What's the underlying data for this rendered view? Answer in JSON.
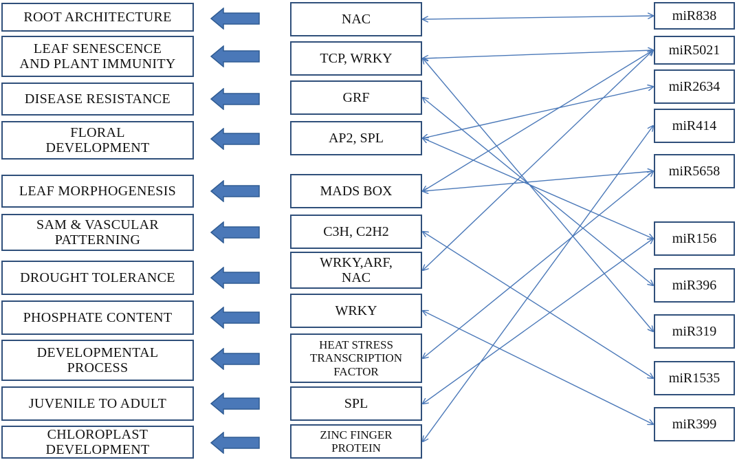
{
  "functions": [
    "ROOT ARCHITECTURE",
    "LEAF SENESCENCE\nAND PLANT IMMUNITY",
    "DISEASE RESISTANCE",
    "FLORAL\nDEVELOPMENT",
    "LEAF MORPHOGENESIS",
    "SAM & VASCULAR\nPATTERNING",
    "DROUGHT TOLERANCE",
    "PHOSPHATE CONTENT",
    "DEVELOPMENTAL\nPROCESS",
    "JUVENILE TO ADULT",
    "CHLOROPLAST\nDEVELOPMENT"
  ],
  "targets": [
    "NAC",
    "TCP, WRKY",
    "GRF",
    "AP2, SPL",
    "MADS BOX",
    "C3H, C2H2",
    "WRKY,ARF,\nNAC",
    "WRKY",
    "HEAT STRESS\nTRANSCRIPTION\nFACTOR",
    "SPL",
    "ZINC FINGER\nPROTEIN"
  ],
  "mirnas": [
    "miR838",
    "miR5021",
    "miR2634",
    "miR414",
    "miR5658",
    "miR156",
    "miR396",
    "miR319",
    "miR1535",
    "miR399"
  ],
  "links": [
    {
      "mirna": "miR838",
      "target": "NAC"
    },
    {
      "mirna": "miR5021",
      "target": "TCP, WRKY"
    },
    {
      "mirna": "miR5021",
      "target": "MADS BOX"
    },
    {
      "mirna": "miR5021",
      "target": "WRKY,ARF,\nNAC"
    },
    {
      "mirna": "miR2634",
      "target": "AP2, SPL"
    },
    {
      "mirna": "miR414",
      "target": "ZINC FINGER\nPROTEIN"
    },
    {
      "mirna": "miR5658",
      "target": "MADS BOX"
    },
    {
      "mirna": "miR5658",
      "target": "HEAT STRESS\nTRANSCRIPTION\nFACTOR"
    },
    {
      "mirna": "miR156",
      "target": "AP2, SPL"
    },
    {
      "mirna": "miR156",
      "target": "SPL"
    },
    {
      "mirna": "miR396",
      "target": "GRF"
    },
    {
      "mirna": "miR319",
      "target": "TCP, WRKY"
    },
    {
      "mirna": "miR1535",
      "target": "C3H, C2H2"
    },
    {
      "mirna": "miR399",
      "target": "WRKY"
    }
  ],
  "colors": {
    "line": "#4a78b8",
    "arrow_fill": "#4a78b8",
    "arrow_stroke": "#2f5b92",
    "border": "#2f4f7a"
  }
}
